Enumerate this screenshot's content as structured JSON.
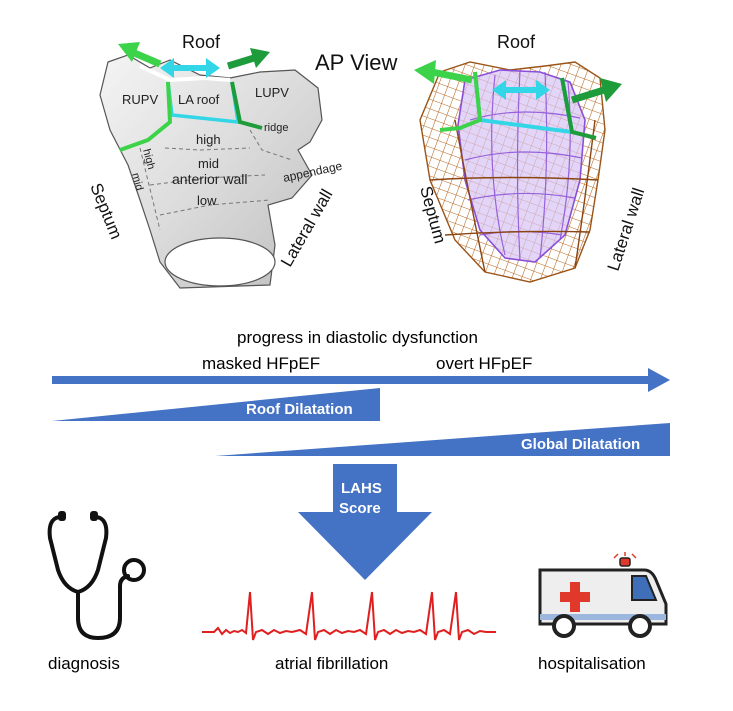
{
  "left_heart": {
    "roof": "Roof",
    "rupv": "RUPV",
    "la_roof": "LA roof",
    "lupv": "LUPV",
    "ridge": "ridge",
    "high": "high",
    "mid": "mid",
    "anterior_wall": "anterior wall",
    "low": "low",
    "appendage": "appendage",
    "septal_high": "high",
    "septal_mid": "mid",
    "septum": "Septum",
    "lateral_wall": "Lateral wall"
  },
  "right_heart": {
    "ap_view": "AP View",
    "roof": "Roof",
    "septum": "Septum",
    "lateral_wall": "Lateral wall"
  },
  "progress": {
    "title": "progress in diastolic dysfunction",
    "masked": "masked HFpEF",
    "overt": "overt HFpEF",
    "roof_dilatation": "Roof Dilatation",
    "global_dilatation": "Global Dilatation"
  },
  "score": {
    "line1": "LAHS",
    "line2": "Score"
  },
  "outcomes": {
    "diagnosis": "diagnosis",
    "af": "atrial fibrillation",
    "hospitalisation": "hospitalisation"
  },
  "colors": {
    "blue": "#4472C4",
    "green": "#1E9B3A",
    "light_green": "#3CD34A",
    "cyan": "#33D6E6",
    "mesh_brown": "#B5651D",
    "mesh_purple": "#8A4FD8",
    "ecg_red": "#E02020",
    "ambulance_red": "#E0392B"
  }
}
